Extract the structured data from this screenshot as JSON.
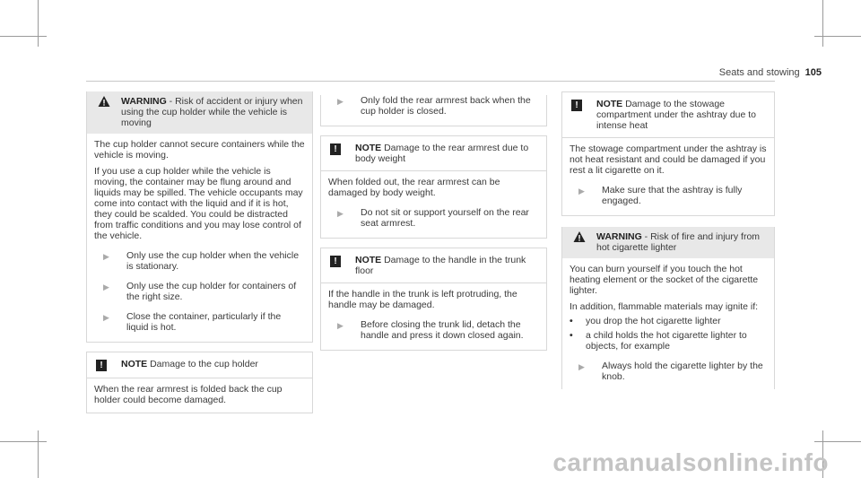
{
  "header": {
    "section": "Seats and stowing",
    "page_number": "105"
  },
  "col1": {
    "warning": {
      "label": "WARNING",
      "text": "- Risk of accident or injury when using the cup holder while the vehicle is moving",
      "body": [
        "The cup holder cannot secure containers while the vehicle is moving.",
        "If you use a cup holder while the vehicle is moving, the container may be flung around and liquids may be spilled. The vehicle occupants may come into contact with the liquid and if it is hot, they could be scalded. You could be distracted from traffic conditions and you may lose control of the vehicle."
      ],
      "steps": [
        "Only use the cup holder when the vehicle is stationary.",
        "Only use the cup holder for containers of the right size.",
        "Close the container, particularly if the liquid is hot."
      ]
    },
    "note": {
      "label": "NOTE",
      "text": "Damage to the cup holder",
      "body": "When the rear armrest is folded back the cup holder could become damaged."
    }
  },
  "col2": {
    "step_top": "Only fold the rear armrest back when the cup holder is closed.",
    "note1": {
      "label": "NOTE",
      "text": "Damage to the rear armrest due to body weight",
      "body": "When folded out, the rear armrest can be damaged by body weight.",
      "step": "Do not sit or support yourself on the rear seat armrest."
    },
    "note2": {
      "label": "NOTE",
      "text": "Damage to the handle in the trunk floor",
      "body": "If the handle in the trunk is left protruding, the handle may be damaged.",
      "step": "Before closing the trunk lid, detach the handle and press it down closed again."
    }
  },
  "col3": {
    "note": {
      "label": "NOTE",
      "text": "Damage to the stowage compartment under the ashtray due to intense heat",
      "body": "The stowage compartment under the ashtray is not heat resistant and could be damaged if you rest a lit cigarette on it.",
      "step": "Make sure that the ashtray is fully engaged."
    },
    "warning": {
      "label": "WARNING",
      "text": "- Risk of fire and injury from hot cigarette lighter",
      "body1": "You can burn yourself if you touch the hot heating element or the socket of the cigarette lighter.",
      "body2": "In addition, flammable materials may ignite if:",
      "bullets": [
        "you drop the hot cigarette lighter",
        "a child holds the hot cigarette lighter to objects, for example"
      ],
      "step": "Always hold the cigarette lighter by the knob."
    }
  },
  "watermark": "carmanualsonline.info",
  "colors": {
    "warning_bg": "#e8e8e8",
    "rule": "#c8c8c8",
    "text": "#3a3a3a"
  }
}
